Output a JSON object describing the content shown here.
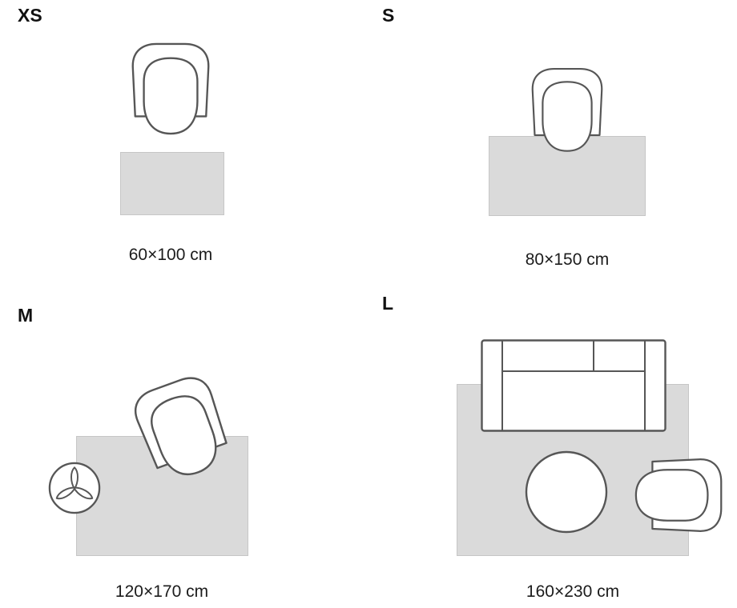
{
  "colors": {
    "rug_fill": "#dadada",
    "rug_border": "#c6c6c6",
    "furniture_outline": "#565656",
    "text": "#1c1c1c"
  },
  "sizes": [
    {
      "code": "XS",
      "dimensions": "60×100 cm",
      "furniture": [
        "armchair"
      ]
    },
    {
      "code": "S",
      "dimensions": "80×150 cm",
      "furniture": [
        "armchair"
      ]
    },
    {
      "code": "M",
      "dimensions": "120×170 cm",
      "furniture": [
        "armchair",
        "potted-plant"
      ]
    },
    {
      "code": "L",
      "dimensions": "160×230 cm",
      "furniture": [
        "sofa",
        "coffee-table",
        "armchair"
      ]
    }
  ]
}
